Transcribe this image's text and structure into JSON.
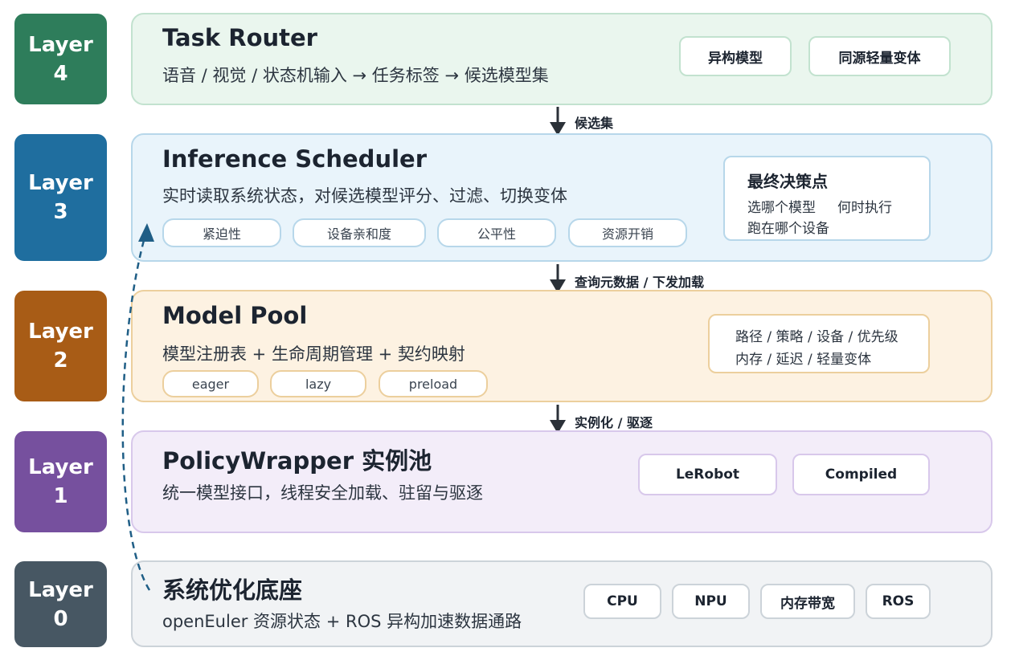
{
  "layers": [
    {
      "badge_word": "Layer",
      "badge_num": "4",
      "title": "Task Router",
      "subtitle": "语音 / 视觉 / 状态机输入 → 任务标签 → 候选模型集",
      "tags": [
        "异构模型",
        "同源轻量变体"
      ],
      "colors": {
        "badge": "#2e7d5b",
        "fill": "#eaf6ee",
        "border": "#c2e2cf"
      }
    },
    {
      "badge_word": "Layer",
      "badge_num": "3",
      "title": "Inference Scheduler",
      "subtitle": "实时读取系统状态，对候选模型评分、过滤、切换变体",
      "chips": [
        "紧迫性",
        "设备亲和度",
        "公平性",
        "资源开销"
      ],
      "decision_box": {
        "title": "最终决策点",
        "items": [
          "选哪个模型",
          "何时执行",
          "跑在哪个设备"
        ]
      },
      "colors": {
        "badge": "#1f6e9f",
        "fill": "#e9f4fb",
        "border": "#b7d7ea"
      }
    },
    {
      "badge_word": "Layer",
      "badge_num": "2",
      "title": "Model Pool",
      "subtitle": "模型注册表 + 生命周期管理 + 契约映射",
      "chips": [
        "eager",
        "lazy",
        "preload"
      ],
      "info_lines": [
        "路径 / 策略 / 设备 / 优先级",
        "内存 / 延迟 / 轻量变体"
      ],
      "colors": {
        "badge": "#a85c16",
        "fill": "#fdf2e2",
        "border": "#eccf9d"
      }
    },
    {
      "badge_word": "Layer",
      "badge_num": "1",
      "title": "PolicyWrapper 实例池",
      "subtitle": "统一模型接口，线程安全加载、驻留与驱逐",
      "tags": [
        "LeRobot",
        "Compiled"
      ],
      "colors": {
        "badge": "#76509e",
        "fill": "#f3edf9",
        "border": "#d8c8eb"
      }
    },
    {
      "badge_word": "Layer",
      "badge_num": "0",
      "title": "系统优化底座",
      "subtitle": "openEuler 资源状态 + ROS 异构加速数据通路",
      "tags": [
        "CPU",
        "NPU",
        "内存带宽",
        "ROS"
      ],
      "colors": {
        "badge": "#475763",
        "fill": "#f1f3f5",
        "border": "#ccd3d9"
      }
    }
  ],
  "arrows": [
    "候选集",
    "查询元数据 / 下发加载",
    "实例化 / 驱逐"
  ],
  "colors": {
    "arrow": "#2b3138",
    "feedback": "#1f5e86"
  }
}
